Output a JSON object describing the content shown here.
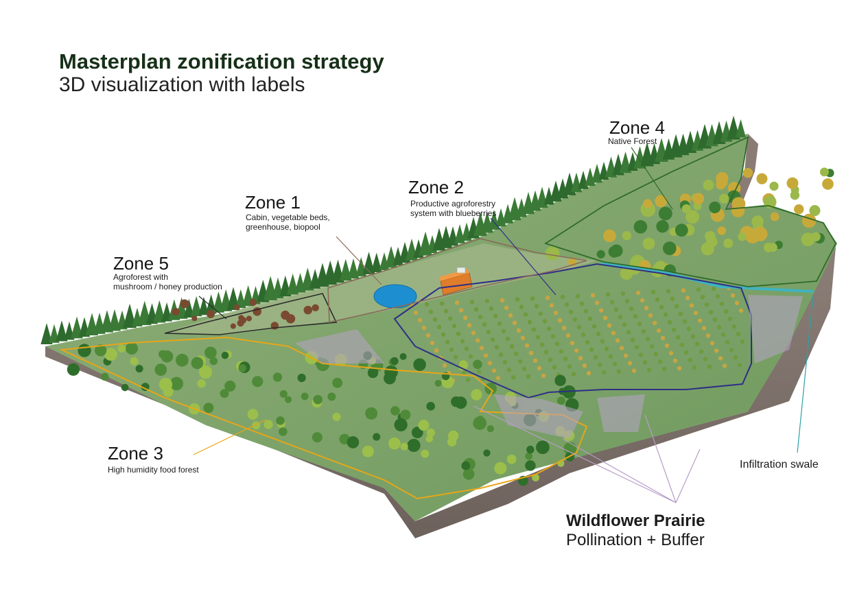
{
  "header": {
    "title": "Masterplan zonification strategy",
    "subtitle": "3D visualization with labels"
  },
  "zones": [
    {
      "id": "zone1",
      "name": "Zone 1",
      "desc_lines": [
        "Cabin, vegetable beds,",
        "greenhouse, biopool"
      ],
      "color": "#8a6a5a"
    },
    {
      "id": "zone2",
      "name": "Zone 2",
      "desc_lines": [
        "Productive agroforestry",
        "system with blueberries"
      ],
      "color": "#2e2f86"
    },
    {
      "id": "zone3",
      "name": "Zone 3",
      "desc_lines": [
        "High humidity food forest"
      ],
      "color": "#e8a617"
    },
    {
      "id": "zone4",
      "name": "Zone 4",
      "desc_lines": [
        "Native Forest"
      ],
      "color": "#2f6b2a"
    },
    {
      "id": "zone5",
      "name": "Zone 5",
      "desc_lines": [
        "Agroforest with",
        "mushroom / honey production"
      ],
      "color": "#2b2b2b"
    }
  ],
  "wildflower": {
    "title": "Wildflower Prairie",
    "subtitle": "Pollination + Buffer",
    "color": "#b79cc6"
  },
  "swale": {
    "label": "Infiltration swale",
    "color": "#2aa0a8"
  },
  "colors": {
    "terrain_top": "#86a870",
    "terrain_side": "#7d6f69",
    "pond": "#1d8fd0",
    "cabin": "#e07d2a",
    "tree_dark": "#2f6e2a",
    "tree_light": "#7fa84a",
    "tree_yellow": "#c7a93a"
  }
}
